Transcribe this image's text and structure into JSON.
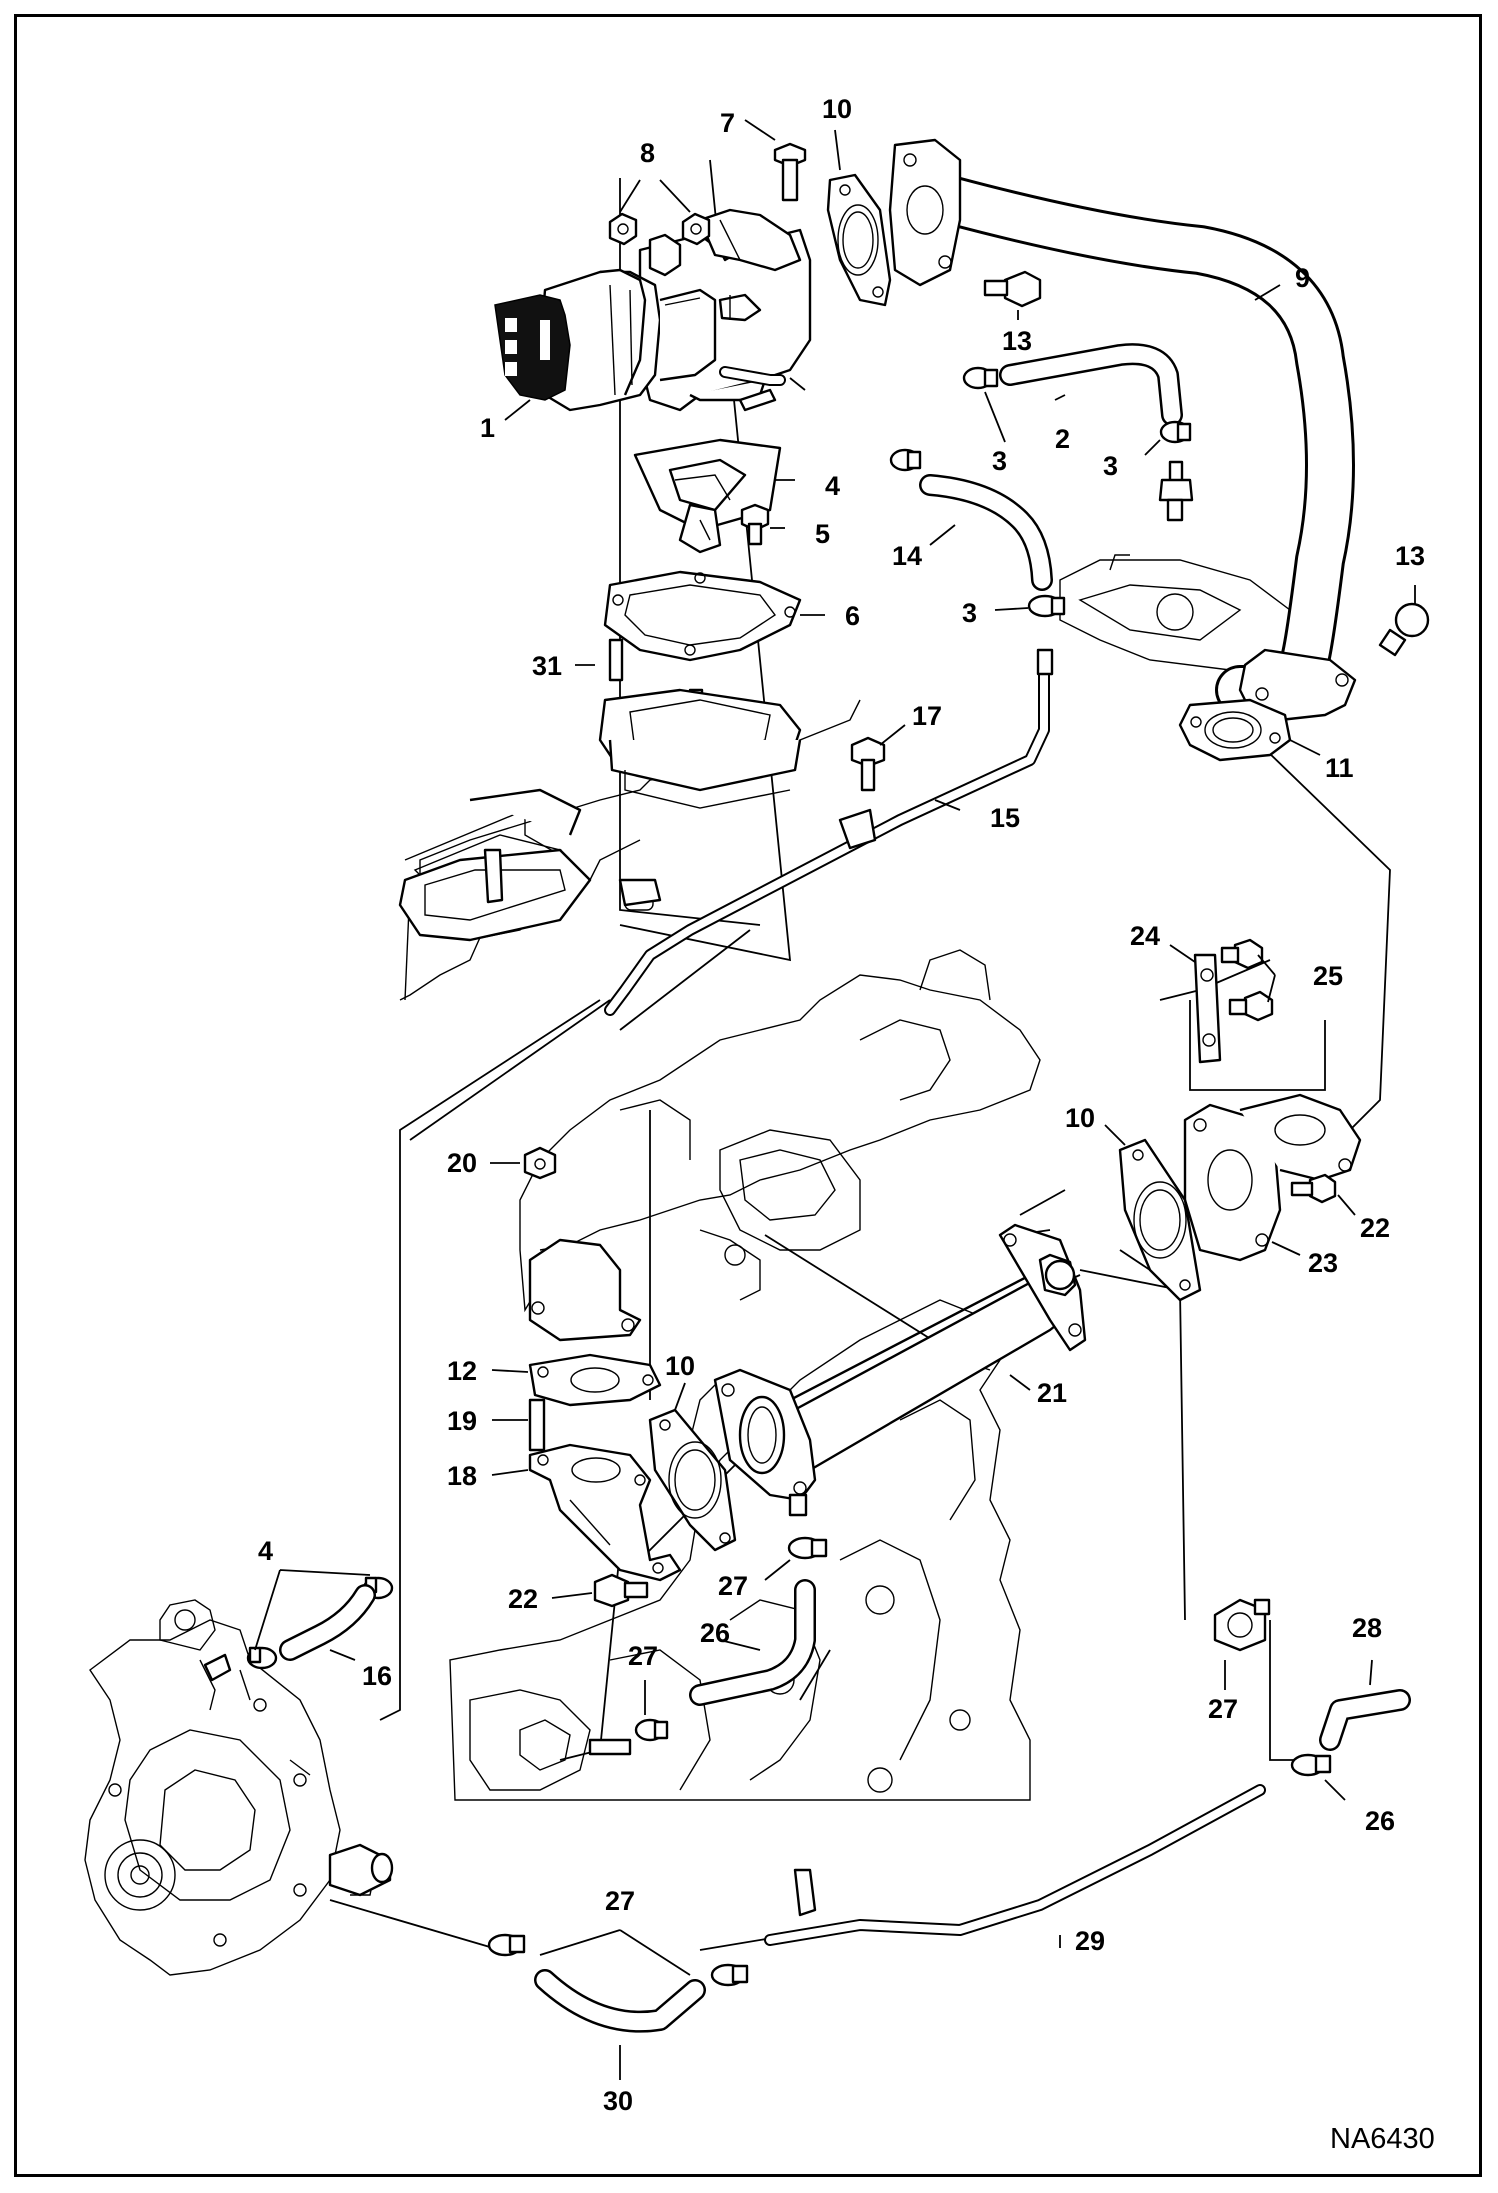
{
  "figure_code": "NA6430",
  "callouts": [
    {
      "id": "c7",
      "label": "7"
    },
    {
      "id": "c10a",
      "label": "10"
    },
    {
      "id": "c8",
      "label": "8"
    },
    {
      "id": "c9",
      "label": "9"
    },
    {
      "id": "c13a",
      "label": "13"
    },
    {
      "id": "c1",
      "label": "1"
    },
    {
      "id": "c2",
      "label": "2"
    },
    {
      "id": "c3a",
      "label": "3"
    },
    {
      "id": "c3b",
      "label": "3"
    },
    {
      "id": "c4a",
      "label": "4"
    },
    {
      "id": "c5",
      "label": "5"
    },
    {
      "id": "c14",
      "label": "14"
    },
    {
      "id": "c13b",
      "label": "13"
    },
    {
      "id": "c3c",
      "label": "3"
    },
    {
      "id": "c6",
      "label": "6"
    },
    {
      "id": "c31",
      "label": "31"
    },
    {
      "id": "c17",
      "label": "17"
    },
    {
      "id": "c11",
      "label": "11"
    },
    {
      "id": "c15",
      "label": "15"
    },
    {
      "id": "c24",
      "label": "24"
    },
    {
      "id": "c25",
      "label": "25"
    },
    {
      "id": "c10b",
      "label": "10"
    },
    {
      "id": "c20",
      "label": "20"
    },
    {
      "id": "c22a",
      "label": "22"
    },
    {
      "id": "c23",
      "label": "23"
    },
    {
      "id": "c12",
      "label": "12"
    },
    {
      "id": "c10c",
      "label": "10"
    },
    {
      "id": "c21",
      "label": "21"
    },
    {
      "id": "c19",
      "label": "19"
    },
    {
      "id": "c18",
      "label": "18"
    },
    {
      "id": "c4b",
      "label": "4"
    },
    {
      "id": "c27a",
      "label": "27"
    },
    {
      "id": "c22b",
      "label": "22"
    },
    {
      "id": "c26a",
      "label": "26"
    },
    {
      "id": "c16",
      "label": "16"
    },
    {
      "id": "c27b",
      "label": "27"
    },
    {
      "id": "c27c",
      "label": "27"
    },
    {
      "id": "c28",
      "label": "28"
    },
    {
      "id": "c26b",
      "label": "26"
    },
    {
      "id": "c27d",
      "label": "27"
    },
    {
      "id": "c29",
      "label": "29"
    },
    {
      "id": "c30",
      "label": "30"
    }
  ]
}
